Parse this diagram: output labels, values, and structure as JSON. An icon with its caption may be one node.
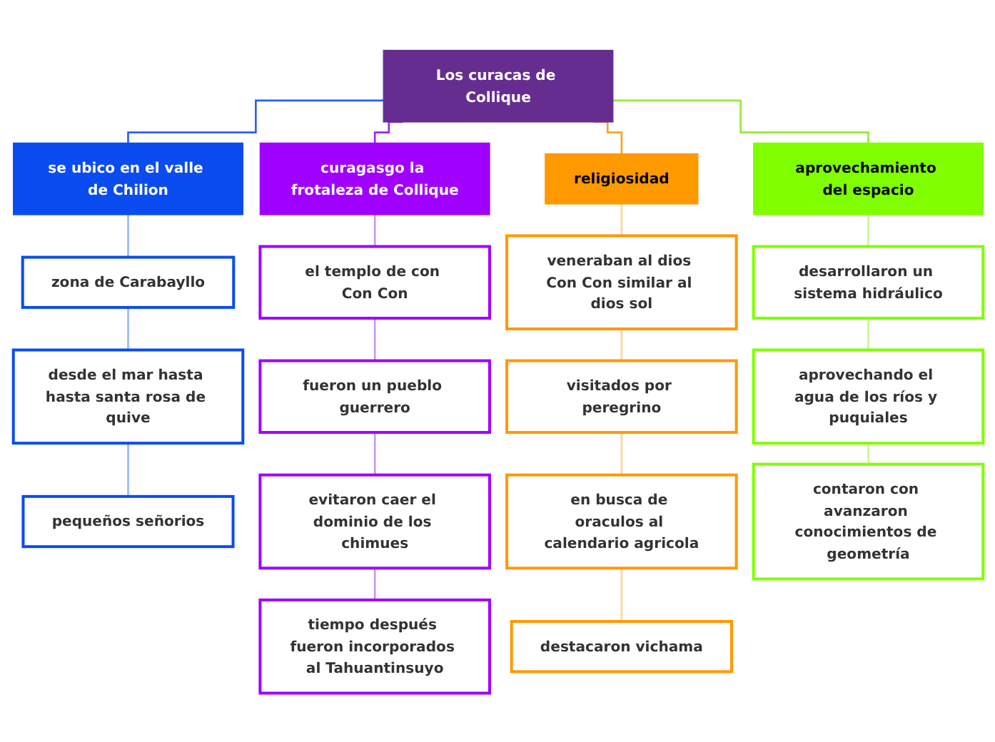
{
  "diagram": {
    "nodes": [
      {
        "text": [
          "Los curacas de Collique"
        ]
      },
      {
        "text": [
          "se ubico en el valle de Chilion"
        ]
      },
      {
        "text": [
          "zona de Carabayllo"
        ]
      },
      {
        "text": [
          "desde el mar hasta hasta santa rosa de quive"
        ]
      },
      {
        "text": [
          "pequeños señorios"
        ]
      },
      {
        "text": [
          "curagasgo la frotaleza de Collique"
        ]
      },
      {
        "text": [
          "el templo de con Con Con"
        ]
      },
      {
        "text": [
          "fueron un pueblo guerrero"
        ]
      },
      {
        "text": [
          "evitaron caer el dominio de los chimues"
        ]
      },
      {
        "text": [
          "tiempo después fueron incorporados al Tahuantinsuyo"
        ]
      },
      {
        "text": [
          "religiosidad"
        ]
      },
      {
        "text": [
          "veneraban al dios Con Con similar al dios sol"
        ]
      },
      {
        "text": [
          "visitados por peregrino"
        ]
      },
      {
        "text": [
          "en busca de oraculos al calendario agricola"
        ]
      },
      {
        "text": [
          "destacaron vichama"
        ]
      },
      {
        "text": [
          "aprovechamiento del espacio"
        ]
      },
      {
        "text": [
          "desarrollaron un sistema hidráulico"
        ]
      },
      {
        "text": [
          "aprovechando el agua de los ríos y puquiales"
        ]
      },
      {
        "text": [
          "contaron con avanzaron conocimientos de geometría"
        ]
      }
    ],
    "edges": [
      {
        "from": 0,
        "to": 1,
        "arrow": "none",
        "color": "#2e5ff0"
      },
      {
        "from": 1,
        "to": 2,
        "arrow": "none",
        "color": "#9bb8f5"
      },
      {
        "from": 2,
        "to": 3,
        "arrow": "none",
        "color": "#9bb8f5"
      },
      {
        "from": 3,
        "to": 4,
        "arrow": "none",
        "color": "#9bb8f5"
      },
      {
        "from": 0,
        "to": 5,
        "arrow": "none",
        "color": "#a326f0"
      },
      {
        "from": 5,
        "to": 6,
        "arrow": "none",
        "color": "#c89ae8"
      },
      {
        "from": 6,
        "to": 7,
        "arrow": "none",
        "color": "#c89ae8"
      },
      {
        "from": 7,
        "to": 8,
        "arrow": "none",
        "color": "#c89ae8"
      },
      {
        "from": 8,
        "to": 9,
        "arrow": "none",
        "color": "#c89ae8"
      },
      {
        "from": 0,
        "to": 10,
        "arrow": "none",
        "color": "#f5a623"
      },
      {
        "from": 10,
        "to": 11,
        "arrow": "none",
        "color": "#ffd49a"
      },
      {
        "from": 11,
        "to": 12,
        "arrow": "none",
        "color": "#ffd49a"
      },
      {
        "from": 12,
        "to": 13,
        "arrow": "none",
        "color": "#ffd49a"
      },
      {
        "from": 13,
        "to": 14,
        "arrow": "none",
        "color": "#ffd49a"
      },
      {
        "from": 0,
        "to": 15,
        "arrow": "none",
        "color": "#9be83a"
      },
      {
        "from": 15,
        "to": 16,
        "arrow": "none",
        "color": "#ccf59a"
      },
      {
        "from": 16,
        "to": 17,
        "arrow": "none",
        "color": "#ccf59a"
      },
      {
        "from": 17,
        "to": 18,
        "arrow": "none",
        "color": "#ccf59a"
      }
    ]
  }
}
